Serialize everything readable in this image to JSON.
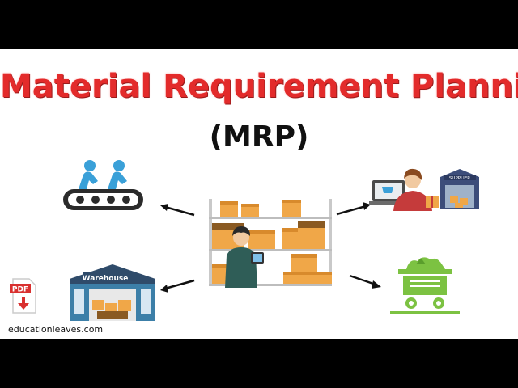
{
  "title": "Material Requirement Planning",
  "subtitle": "(MRP)",
  "warehouse_sign": "Warehouse",
  "supplier_sign": "SUPPLIER",
  "pdf_label": "PDF",
  "footer": "educationleaves.com",
  "colors": {
    "title": "#e32b2b",
    "conveyor_blue": "#3aa0d8",
    "cart_green": "#7cc242",
    "box_orange": "#f0a748",
    "warehouse_blue": "#3c7fa8"
  },
  "icons": [
    "conveyor-workers-icon",
    "warehouse-icon",
    "central-warehouse-worker-icon",
    "supplier-store-icon",
    "mine-cart-icon",
    "pdf-download-icon",
    "arrow-icon"
  ]
}
